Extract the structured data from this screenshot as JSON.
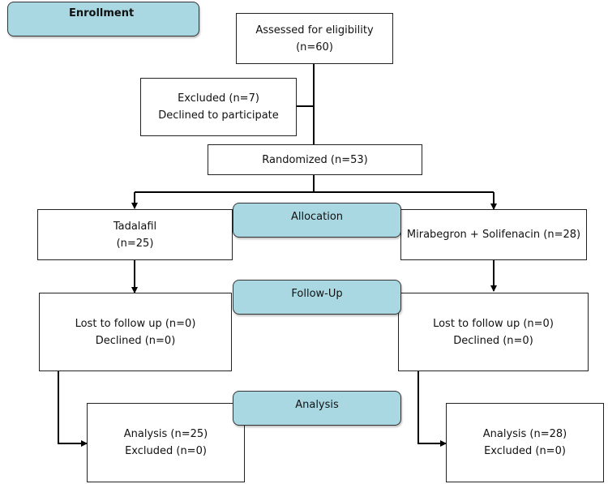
{
  "stages": {
    "enrollment": "Enrollment",
    "allocation": "Allocation",
    "follow_up": "Follow-Up",
    "analysis": "Analysis"
  },
  "assessed": {
    "line1": "Assessed for eligibility",
    "line2": "(n=60)"
  },
  "excluded": {
    "line1": "Excluded (n=7)",
    "line2": "Declined to participate"
  },
  "randomized": {
    "label": "Randomized (n=53)"
  },
  "arms": {
    "left": {
      "name": "Tadalafil",
      "n": "(n=25)",
      "lost": "Lost to follow up (n=0)",
      "declined": "Declined (n=0)",
      "analysis": "Analysis (n=25)",
      "excluded": "Excluded (n=0)"
    },
    "right": {
      "name": "Mirabegron + Solifenacin (n=28)",
      "lost": "Lost to follow up (n=0)",
      "declined": "Declined (n=0)",
      "analysis": "Analysis (n=28)",
      "excluded": "Excluded (n=0)"
    }
  }
}
